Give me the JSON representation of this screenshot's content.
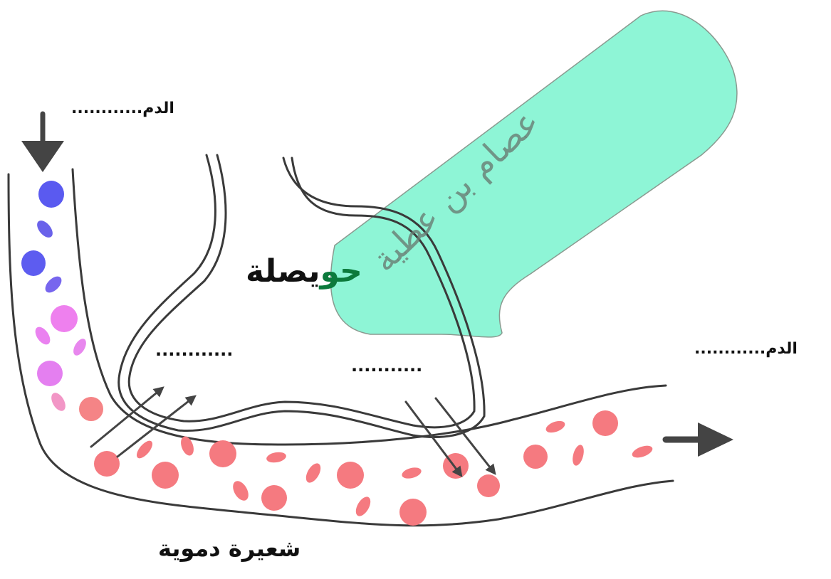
{
  "labels": {
    "blood_top": "الدم............",
    "blood_right": "الدم............",
    "blank_1": "............",
    "blank_2": "...........",
    "alveolus_prefix": "حو",
    "alveolus_rest": "يصلة",
    "capillary": "شعيرة دموية"
  },
  "watermark": "عصام بن عطية",
  "colors": {
    "background": "#ffffff",
    "outline": "#3a3a3a",
    "arrow": "#444444",
    "deoxygenated_cell": "#5a5af0",
    "mixed_cell": "#e87ff0",
    "oxygenated_cell": "#f67a80",
    "bubble": "#8ef5d6",
    "watermark_text": "#697d73",
    "alveolus_accent": "#0c7a3c"
  }
}
